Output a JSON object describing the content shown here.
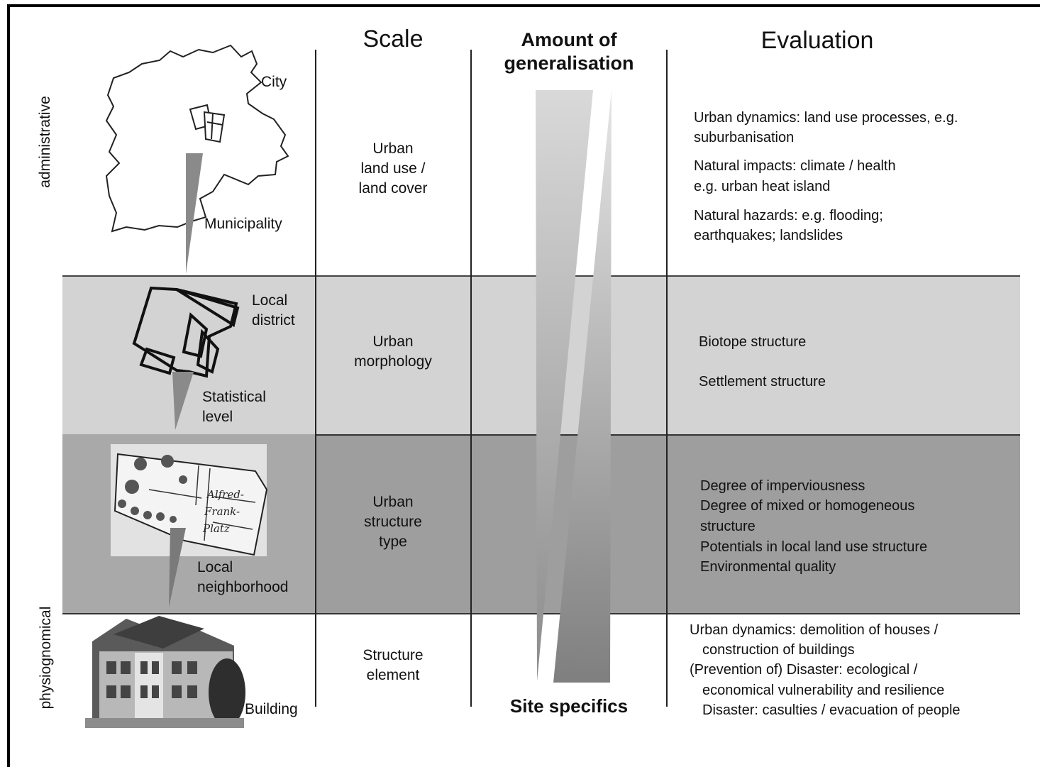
{
  "headers": {
    "scale": "Scale",
    "amount": "Amount of generalisation",
    "evaluation": "Evaluation",
    "site_specifics": "Site specifics"
  },
  "side_labels": {
    "top": "administrative",
    "bottom": "physiognomical"
  },
  "rows": [
    {
      "pictogram_labels": [
        "City",
        "Municipality"
      ],
      "scale": "Urban\nland use /\nland cover",
      "evaluation": [
        "Urban dynamics: land use processes, e.g.",
        "suburbanisation",
        "Natural impacts: climate /  health",
        "e.g. urban heat island",
        "Natural hazards: e.g. flooding;",
        "earthquakes; landslides"
      ]
    },
    {
      "pictogram_labels": [
        "Local\ndistrict",
        "Statistical\nlevel"
      ],
      "scale": "Urban\nmorphology",
      "evaluation": [
        "Biotope structure",
        "Settlement structure"
      ]
    },
    {
      "pictogram_labels": [
        "Local\nneighborhood"
      ],
      "map_text": [
        "Alfred-",
        "Frank-",
        "Platz"
      ],
      "scale": "Urban\nstructure\ntype",
      "evaluation": [
        "Degree of imperviousness",
        "Degree of mixed or homogeneous",
        "structure",
        "Potentials in local land use structure",
        "Environmental quality"
      ]
    },
    {
      "pictogram_labels": [
        "Building"
      ],
      "scale": "Structure\nelement",
      "evaluation": [
        "Urban dynamics: demolition of houses /",
        "construction of buildings",
        "(Prevention of) Disaster: ecological /",
        "economical vulnerability and resilience",
        "Disaster: casulties / evacuation of people"
      ]
    }
  ],
  "colors": {
    "band_light": "#d3d3d3",
    "band_dark": "#9e9e9e",
    "line": "#222222"
  }
}
